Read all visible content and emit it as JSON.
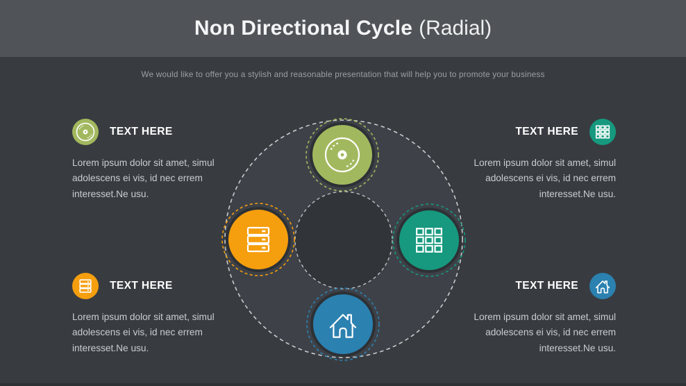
{
  "header": {
    "title_main": "Non Directional Cycle",
    "title_sub": "(Radial)"
  },
  "subtitle": "We would like to offer you a stylish and reasonable presentation that will help you to promote your business",
  "colors": {
    "green": "#a2b85e",
    "orange": "#f59e0e",
    "teal": "#16997e",
    "blue": "#2b81b0",
    "header_bg": "#505458",
    "slide_bg": "#383c40",
    "disc_bg": "#3e4248",
    "hub_bg": "#313539",
    "text_light": "#c9cdd0",
    "text_muted": "#9aa0a4"
  },
  "blocks": {
    "top_left": {
      "label": "TEXT HERE",
      "icon": "disc-icon",
      "color": "#a2b85e",
      "lines": [
        "Lorem ipsum dolor sit amet, simul",
        "adolescens ei vis, id nec errem",
        "interesset.Ne usu."
      ]
    },
    "top_right": {
      "label": "TEXT HERE",
      "icon": "grid-icon",
      "color": "#16997e",
      "lines": [
        "Lorem ipsum dolor sit amet, simul",
        "adolescens ei vis, id nec errem",
        "interesset.Ne usu."
      ]
    },
    "bottom_left": {
      "label": "TEXT HERE",
      "icon": "server-icon",
      "color": "#f59e0e",
      "lines": [
        "Lorem ipsum dolor sit amet, simul",
        "adolescens ei vis, id nec errem",
        "interesset.Ne usu."
      ]
    },
    "bottom_right": {
      "label": "TEXT HERE",
      "icon": "home-icon",
      "color": "#2b81b0",
      "lines": [
        "Lorem ipsum dolor sit amet, simul",
        "adolescens ei vis, id nec errem",
        "interesset.Ne usu."
      ]
    }
  },
  "diagram": {
    "nodes": {
      "top": {
        "icon": "disc-icon",
        "color": "#a2b85e"
      },
      "right": {
        "icon": "grid-icon",
        "color": "#16997e"
      },
      "bottom": {
        "icon": "home-icon",
        "color": "#2b81b0"
      },
      "left": {
        "icon": "server-icon",
        "color": "#f59e0e"
      }
    }
  }
}
